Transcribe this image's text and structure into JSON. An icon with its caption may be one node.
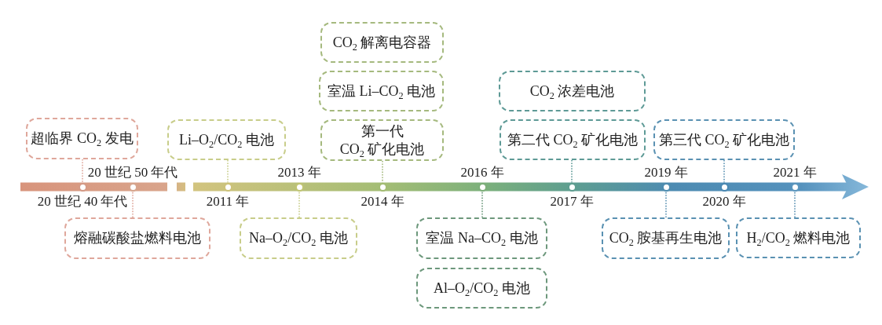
{
  "diagram": {
    "nodes": [
      {
        "text": [
          "超临界 CO$_{2}$ 发电"
        ]
      },
      {
        "text": [
          "熔融碳酸盐燃料电池"
        ]
      },
      {
        "text": [
          "Li–O$_{2}$/CO$_{2}$ 电池"
        ]
      },
      {
        "text": [
          "Na–O$_{2}$/CO$_{2}$ 电池"
        ]
      },
      {
        "text": [
          "CO$_{2}$ 解离电容器"
        ]
      },
      {
        "text": [
          "室温 Li–CO$_{2}$ 电池"
        ]
      },
      {
        "text": [
          "第一代 CO$_{2}$ 矿化电池"
        ]
      },
      {
        "text": [
          "室温 Na–CO$_{2}$ 电池"
        ]
      },
      {
        "text": [
          "Al–O$_{2}$/CO$_{2}$ 电池"
        ]
      },
      {
        "text": [
          "CO$_{2}$ 浓差电池"
        ]
      },
      {
        "text": [
          "第二代 CO$_{2}$ 矿化电池"
        ]
      },
      {
        "text": [
          "第三代 CO$_{2}$ 矿化电池"
        ]
      },
      {
        "text": [
          "CO$_{2}$ 胺基再生电池"
        ]
      },
      {
        "text": [
          "H$_{2}$/CO$_{2}$ 燃料电池"
        ]
      },
      {
        "text": [],
        "shape": "circle",
        "beside": [
          "20 世纪 40 年代"
        ]
      },
      {
        "text": [],
        "shape": "circle",
        "beside": [
          "20 世纪 50 年代"
        ]
      },
      {
        "text": [],
        "shape": "circle",
        "beside": [
          "2011 年"
        ]
      },
      {
        "text": [],
        "shape": "circle",
        "beside": [
          "2013 年"
        ]
      },
      {
        "text": [],
        "shape": "circle",
        "beside": [
          "2014 年"
        ]
      },
      {
        "text": [],
        "shape": "circle",
        "beside": [
          "2016 年"
        ]
      },
      {
        "text": [],
        "shape": "circle",
        "beside": [
          "2017 年"
        ]
      },
      {
        "text": [],
        "shape": "circle",
        "beside": [
          "2019 年"
        ]
      },
      {
        "text": [],
        "shape": "circle",
        "beside": [
          "2020 年"
        ]
      },
      {
        "text": [],
        "shape": "circle",
        "beside": [
          "2021 年"
        ]
      }
    ],
    "edges": [
      {
        "from": 0,
        "to": 14,
        "arrow": "none",
        "color": "#dfa79b"
      },
      {
        "from": 1,
        "to": 15,
        "arrow": "none",
        "color": "#dfa79b"
      },
      {
        "from": 2,
        "to": 16,
        "arrow": "none",
        "color": "#c8cd8a"
      },
      {
        "from": 3,
        "to": 17,
        "arrow": "none",
        "color": "#c8cd8a"
      },
      {
        "from": 6,
        "to": 18,
        "arrow": "none"
      },
      {
        "from": 7,
        "to": 19,
        "arrow": "none"
      },
      {
        "from": 10,
        "to": 20,
        "arrow": "none"
      },
      {
        "from": 12,
        "to": 21,
        "arrow": "none"
      },
      {
        "from": 11,
        "to": 22,
        "arrow": "none"
      },
      {
        "from": 13,
        "to": 23,
        "arrow": "none"
      }
    ]
  }
}
